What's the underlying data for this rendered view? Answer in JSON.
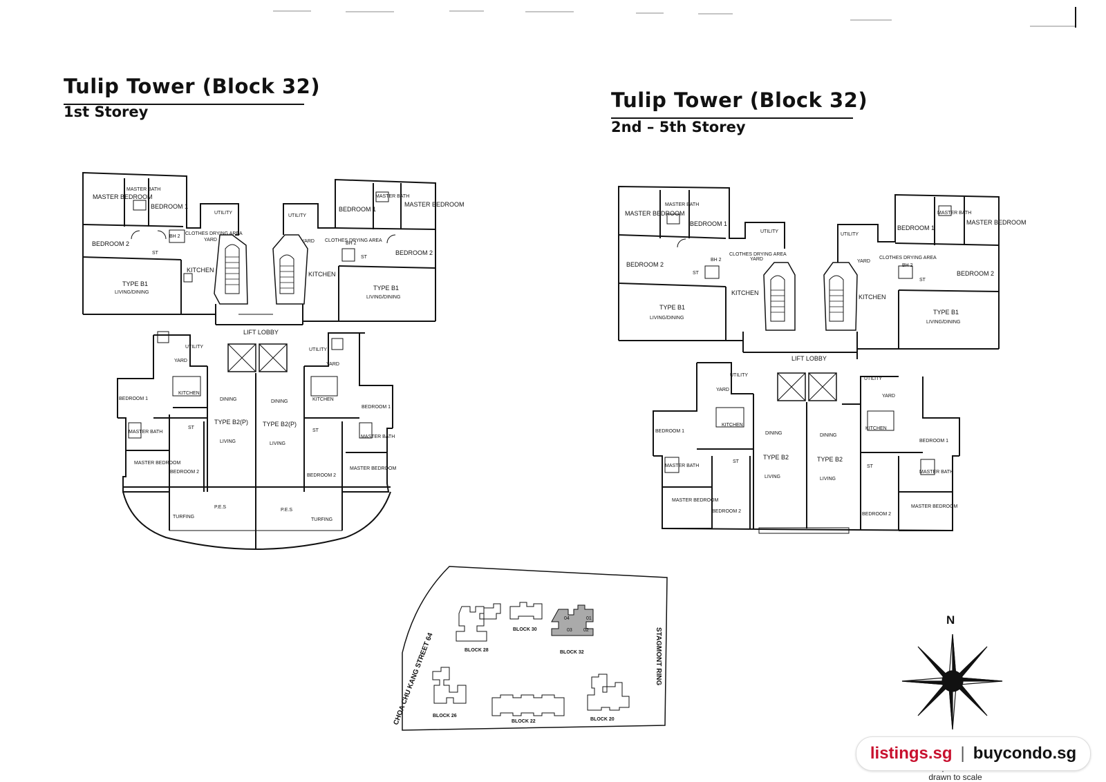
{
  "plan_left": {
    "title": "Tulip Tower (Block 32)",
    "subtitle": "1st Storey",
    "lift_lobby": "LIFT LOBBY",
    "units": {
      "nw": {
        "master_bedroom": "MASTER BEDROOM",
        "master_bath": "MASTER BATH",
        "bedroom1": "BEDROOM 1",
        "bedroom2": "BEDROOM 2",
        "st": "ST",
        "bh": "BH 2",
        "kitchen": "KITCHEN",
        "yard": "YARD",
        "utility": "UTILITY",
        "clothes": "CLOTHES DRYING AREA",
        "type": "TYPE B1",
        "living": "LIVING/DINING"
      },
      "ne": {
        "master_bedroom": "MASTER BEDROOM",
        "master_bath": "MASTER BATH",
        "bedroom1": "BEDROOM 1",
        "bedroom2": "BEDROOM 2",
        "st": "ST",
        "bh": "BH 2",
        "kitchen": "KITCHEN",
        "yard": "YARD",
        "utility": "UTILITY",
        "clothes": "CLOTHES DRYING AREA",
        "type": "TYPE B1",
        "living": "LIVING/DINING"
      },
      "sw": {
        "master_bedroom": "MASTER BEDROOM",
        "master_bath": "MASTER BATH",
        "bedroom1": "BEDROOM 1",
        "bedroom2": "BEDROOM 2",
        "st": "ST",
        "kitchen": "KITCHEN",
        "yard": "YARD",
        "utility": "UTILITY",
        "dining": "DINING",
        "type": "TYPE B2(P)",
        "living": "LIVING",
        "pes": "P.E.S",
        "turfing": "TURFING"
      },
      "se": {
        "master_bedroom": "MASTER BEDROOM",
        "master_bath": "MASTER BATH",
        "bedroom1": "BEDROOM 1",
        "bedroom2": "BEDROOM 2",
        "st": "ST",
        "kitchen": "KITCHEN",
        "yard": "YARD",
        "utility": "UTILITY",
        "dining": "DINING",
        "type": "TYPE B2(P)",
        "living": "LIVING",
        "pes": "P.E.S",
        "turfing": "TURFING"
      }
    }
  },
  "plan_right": {
    "title": "Tulip Tower (Block 32)",
    "subtitle": "2nd – 5th Storey",
    "lift_lobby": "LIFT LOBBY",
    "units": {
      "nw": {
        "master_bedroom": "MASTER BEDROOM",
        "master_bath": "MASTER BATH",
        "bedroom1": "BEDROOM 1",
        "bedroom2": "BEDROOM 2",
        "st": "ST",
        "bh": "BH 2",
        "kitchen": "KITCHEN",
        "yard": "YARD",
        "utility": "UTILITY",
        "clothes": "CLOTHES DRYING AREA",
        "type": "TYPE B1",
        "living": "LIVING/DINING"
      },
      "ne": {
        "master_bedroom": "MASTER BEDROOM",
        "master_bath": "MASTER BATH",
        "bedroom1": "BEDROOM 1",
        "bedroom2": "BEDROOM 2",
        "st": "ST",
        "bh": "BH 2",
        "kitchen": "KITCHEN",
        "yard": "YARD",
        "utility": "UTILITY",
        "clothes": "CLOTHES DRYING AREA",
        "type": "TYPE B1",
        "living": "LIVING/DINING"
      },
      "sw": {
        "master_bedroom": "MASTER BEDROOM",
        "master_bath": "MASTER BATH",
        "bedroom1": "BEDROOM 1",
        "bedroom2": "BEDROOM 2",
        "st": "ST",
        "kitchen": "KITCHEN",
        "yard": "YARD",
        "utility": "UTILITY",
        "dining": "DINING",
        "type": "TYPE B2",
        "living": "LIVING"
      },
      "se": {
        "master_bedroom": "MASTER BEDROOM",
        "master_bath": "MASTER BATH",
        "bedroom1": "BEDROOM 1",
        "bedroom2": "BEDROOM 2",
        "st": "ST",
        "kitchen": "KITCHEN",
        "yard": "YARD",
        "utility": "UTILITY",
        "dining": "DINING",
        "type": "TYPE B2",
        "living": "LIVING"
      }
    }
  },
  "site_plan": {
    "street_west": "CHOA CHU KANG STREET 64",
    "street_east": "STAGMONT RING",
    "blocks": [
      "BLOCK 28",
      "BLOCK 30",
      "BLOCK 32",
      "BLOCK 26",
      "BLOCK 22",
      "BLOCK 20"
    ],
    "unit_numbers": [
      "04",
      "01",
      "03",
      "02"
    ]
  },
  "compass": {
    "north": "N"
  },
  "footnote": "Floor plans are not drawn to scale",
  "watermark": {
    "left": "listings.sg",
    "separator": "|",
    "right": "buycondo.sg",
    "left_color": "#c8102e"
  }
}
